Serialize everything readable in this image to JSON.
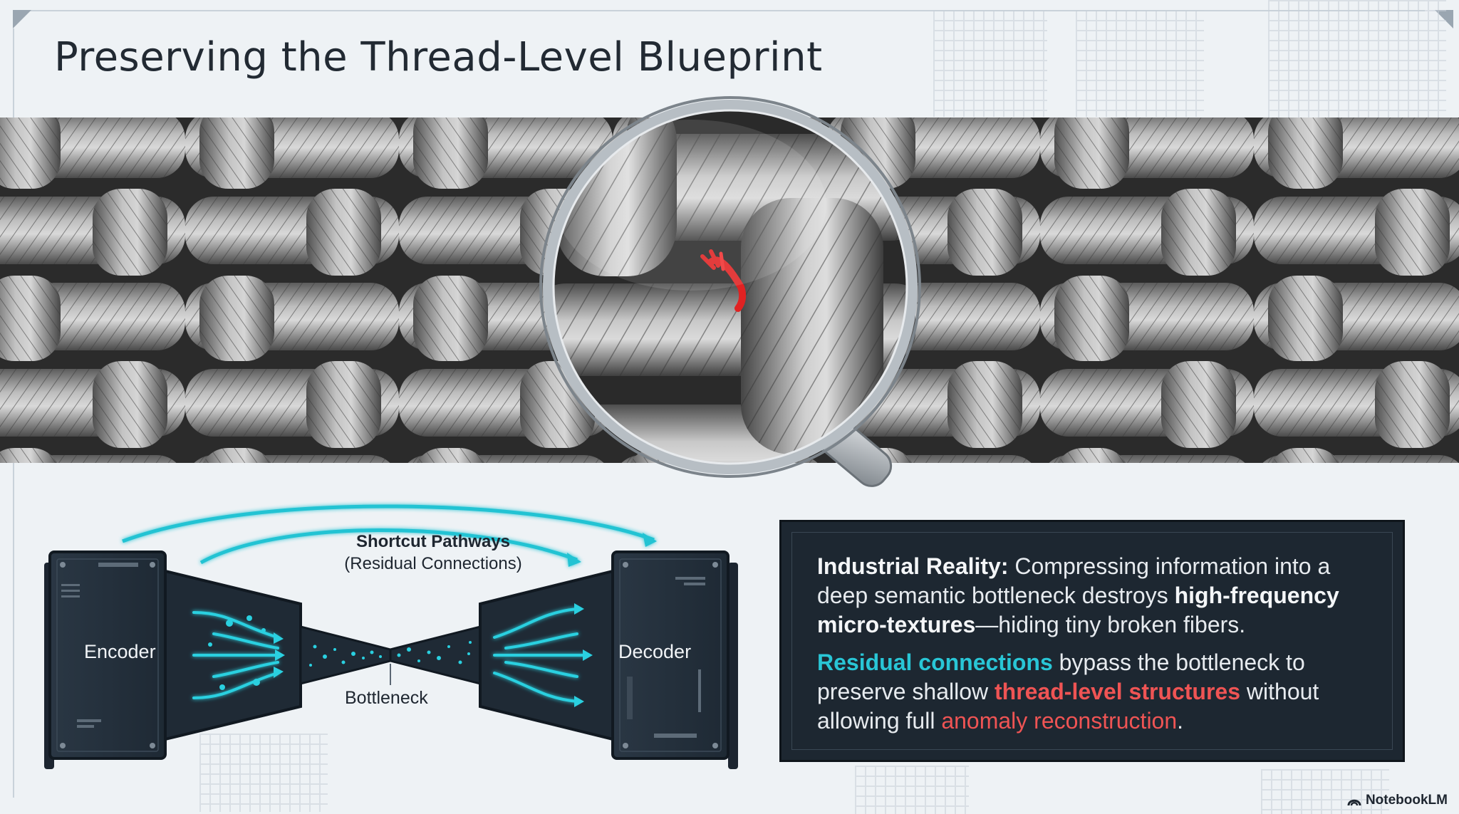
{
  "title": "Preserving the Thread-Level Blueprint",
  "diagram": {
    "encoder_label": "Encoder",
    "decoder_label": "Decoder",
    "bottleneck_label": "Bottleneck",
    "shortcut_title": "Shortcut Pathways",
    "shortcut_subtitle": "(Residual Connections)"
  },
  "panel": {
    "p1_lead": "Industrial Reality:",
    "p1_text_a": " Compressing information into a deep semantic bottleneck destroys ",
    "p1_bold": "high-frequency micro-textures",
    "p1_text_b": "—hiding tiny broken fibers.",
    "p2_teal": "Residual connections",
    "p2_text_a": " bypass the bottleneck to preserve shallow ",
    "p2_red_bold": "thread-level structures",
    "p2_text_b": " without allowing full ",
    "p2_red": "anomaly reconstruction",
    "p2_text_c": "."
  },
  "brand": "NotebookLM",
  "colors": {
    "accent_teal": "#29c6d6",
    "anomaly_red": "#ef5454",
    "panel_bg": "#1d2731"
  }
}
